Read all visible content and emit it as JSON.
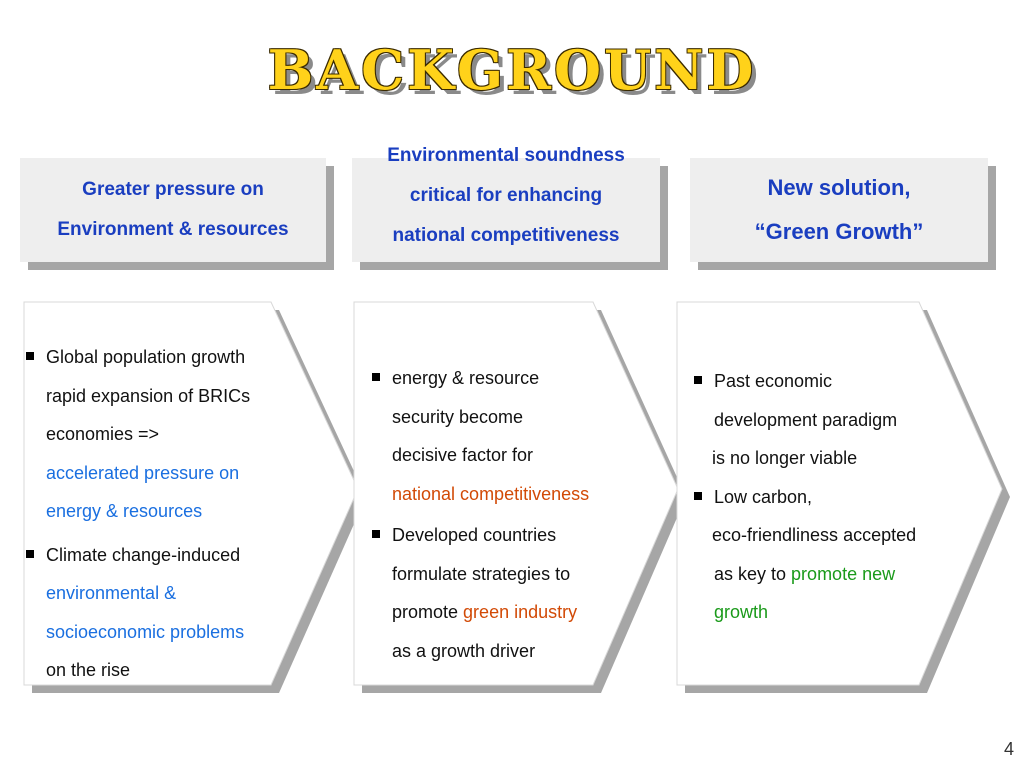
{
  "title": "BACKGROUND",
  "headers": {
    "h1": [
      "Greater pressure on",
      "Environment & resources"
    ],
    "h2": [
      "Environmental soundness",
      "critical for enhancing",
      "national competitiveness"
    ],
    "h3": [
      "New solution,",
      "“Green Growth”"
    ]
  },
  "col1": {
    "b1": {
      "l1": "Global population growth",
      "l2": "rapid expansion of BRICs",
      "l3": "economies =>",
      "h1": "accelerated pressure on",
      "h2": "energy & resources"
    },
    "b2": {
      "l1": "Climate change-induced",
      "h1": "environmental &",
      "h2": "socioeconomic problems",
      "l2": "on the rise"
    }
  },
  "col2": {
    "b1": {
      "l1": "energy & resource",
      "l2": "security become",
      "l3": "decisive factor for",
      "h1": "national competitiveness"
    },
    "b2": {
      "l1": "Developed countries",
      "l2": "formulate strategies to",
      "l3a": "promote ",
      "h1": "green industry",
      "l4": "as a growth driver"
    }
  },
  "col3": {
    "b1": {
      "l1": "Past economic",
      "l2": "development paradigm",
      "l3": "is no longer viable"
    },
    "b2": {
      "l1": "Low carbon,",
      "l2": "eco-friendliness accepted",
      "l3a": "as key to ",
      "h1": "promote new",
      "h2": "growth"
    }
  },
  "page_number": "4",
  "colors": {
    "title": "#ffd21a",
    "header_text": "#1a3ec0",
    "highlight_blue": "#1a6fe0",
    "highlight_orange": "#d24a06",
    "highlight_green": "#1a9a1a",
    "shadow": "#a6a6a6"
  }
}
